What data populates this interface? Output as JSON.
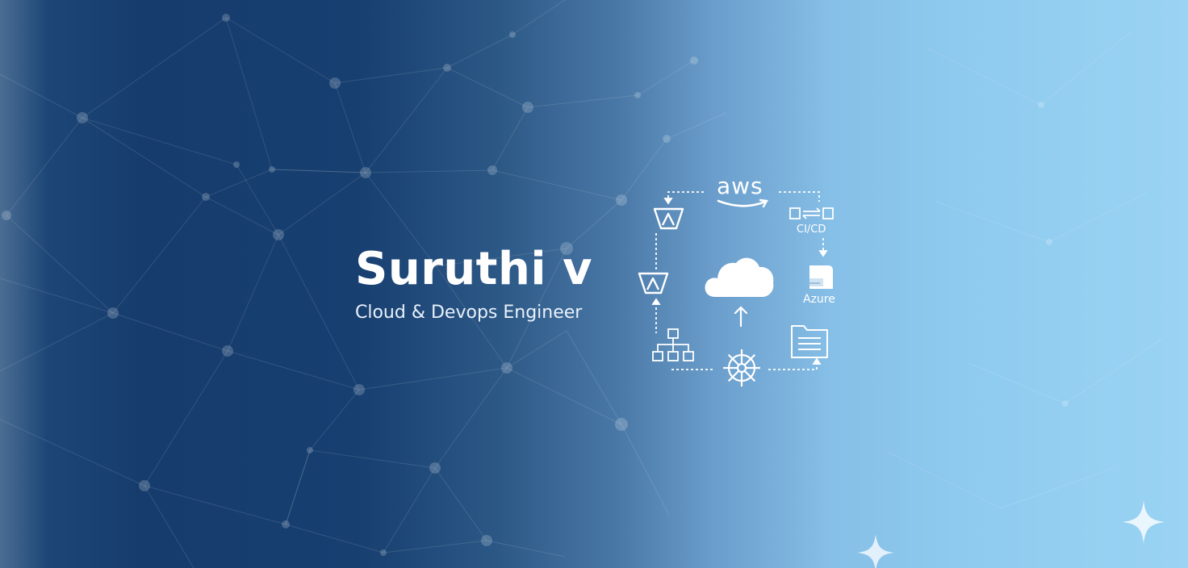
{
  "banner": {
    "name": "Suruthi v",
    "role": "Cloud & Devops Engineer"
  },
  "diagram": {
    "aws_label": "aws",
    "cicd_label": "CI/CD",
    "azure_label": "Azure",
    "icons": [
      "aws-logo-icon",
      "pipeline-icon",
      "azure-logo-icon",
      "document-icon",
      "kubernetes-icon",
      "hierarchy-icon",
      "terraform-icon",
      "cloud-icon",
      "upload-arrow-icon"
    ]
  },
  "colors": {
    "dark_navy": "#153c6c",
    "light_sky": "#9ad3f3",
    "text": "#ffffff"
  }
}
